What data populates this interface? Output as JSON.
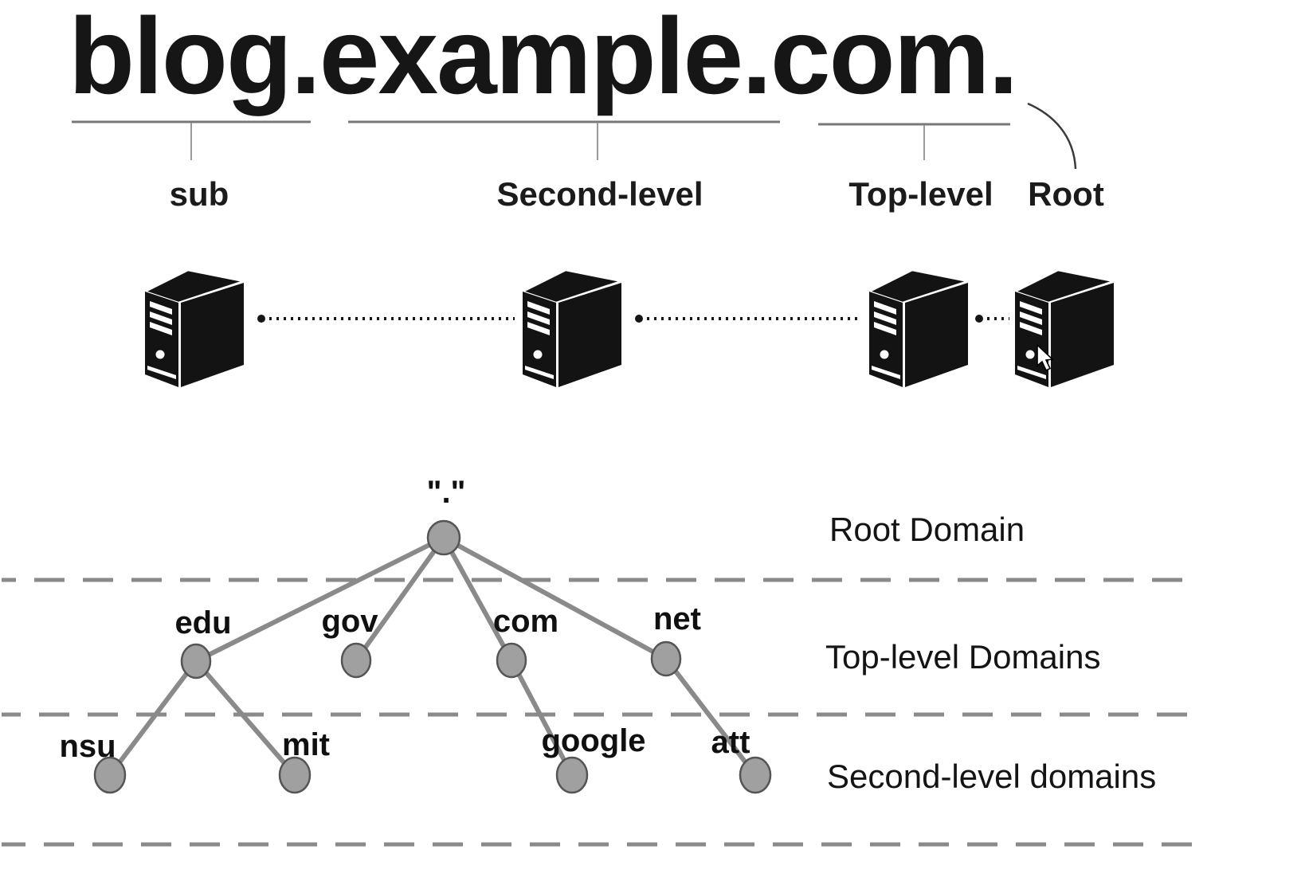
{
  "header": {
    "title": "blog.example.com.",
    "labels": {
      "sub": "sub",
      "second_level": "Second-level",
      "top_level": "Top-level",
      "root": "Root"
    }
  },
  "servers": {
    "items": [
      {
        "name": "subdomain-server"
      },
      {
        "name": "second-level-server"
      },
      {
        "name": "top-level-server"
      },
      {
        "name": "root-server"
      }
    ]
  },
  "tree": {
    "root": {
      "label": "\".\""
    },
    "top_level": [
      {
        "label": "edu"
      },
      {
        "label": "gov"
      },
      {
        "label": "com"
      },
      {
        "label": "net"
      }
    ],
    "second_level": [
      {
        "label": "nsu"
      },
      {
        "label": "mit"
      },
      {
        "label": "google"
      },
      {
        "label": "att"
      }
    ],
    "levels": [
      {
        "label": "Root Domain"
      },
      {
        "label": "Top-level Domains"
      },
      {
        "label": "Second-level domains"
      }
    ],
    "edges": [
      {
        "from": "\".\"",
        "to": "edu"
      },
      {
        "from": "\".\"",
        "to": "gov"
      },
      {
        "from": "\".\"",
        "to": "com"
      },
      {
        "from": "\".\"",
        "to": "net"
      },
      {
        "from": "edu",
        "to": "nsu"
      },
      {
        "from": "edu",
        "to": "mit"
      },
      {
        "from": "com",
        "to": "google"
      },
      {
        "from": "net",
        "to": "att"
      }
    ]
  },
  "colors": {
    "ink": "#161616",
    "node_fill": "#a0a0a0",
    "node_stroke": "#555555",
    "edge": "#8a8a8a",
    "dash": "#8a8a8a",
    "underline": "#787878"
  }
}
